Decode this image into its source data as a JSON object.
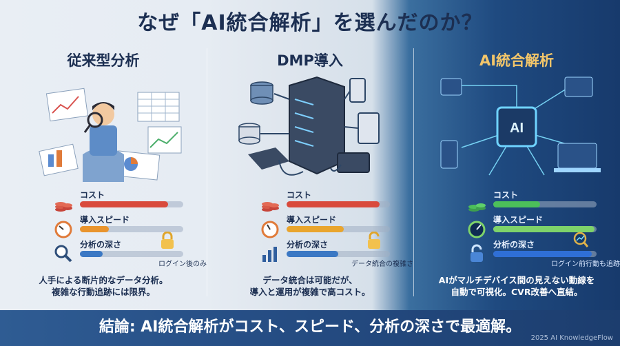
{
  "title": "なぜ「AI統合解析」を選んだのか？",
  "columns": [
    {
      "title": "従来型分析",
      "metrics": {
        "cost": {
          "label": "コスト",
          "level": 0.85,
          "color": "#d94a3c"
        },
        "speed": {
          "label": "導入スピード",
          "level": 0.28,
          "color": "#e9942d"
        },
        "depth": {
          "label": "分析の深さ",
          "level": 0.22,
          "color": "#3b78c4",
          "note": "ログイン後のみ"
        }
      },
      "desc": [
        "人手による断片的なデータ分析。",
        "複雑な行動追跡には限界。"
      ]
    },
    {
      "title": "DMP導入",
      "metrics": {
        "cost": {
          "label": "コスト",
          "level": 0.9,
          "color": "#d94a3c"
        },
        "speed": {
          "label": "導入スピード",
          "level": 0.55,
          "color": "#e9a52d"
        },
        "depth": {
          "label": "分析の深さ",
          "level": 0.5,
          "color": "#3b78c4",
          "note": "データ統合の複雑さ"
        }
      },
      "desc": [
        "データ統合は可能だが、",
        "導入と運用が複雑で高コスト。"
      ]
    },
    {
      "title": "AI統合解析",
      "metrics": {
        "cost": {
          "label": "コスト",
          "level": 0.45,
          "color": "#4cbf5a"
        },
        "speed": {
          "label": "導入スピード",
          "level": 0.98,
          "color": "#7ed36a"
        },
        "depth": {
          "label": "分析の深さ",
          "level": 0.95,
          "color": "#2f6fd6",
          "note": "ログイン前行動も追跡"
        }
      },
      "desc": [
        "AIがマルチデバイス間の見えない動線を",
        "自動で可視化。CVR改善へ直結。"
      ]
    }
  ],
  "conclusion": "結論: AI統合解析がコスト、スピード、分析の深さで最適解。",
  "copyright": "2025 AI KnowledgeFlow"
}
